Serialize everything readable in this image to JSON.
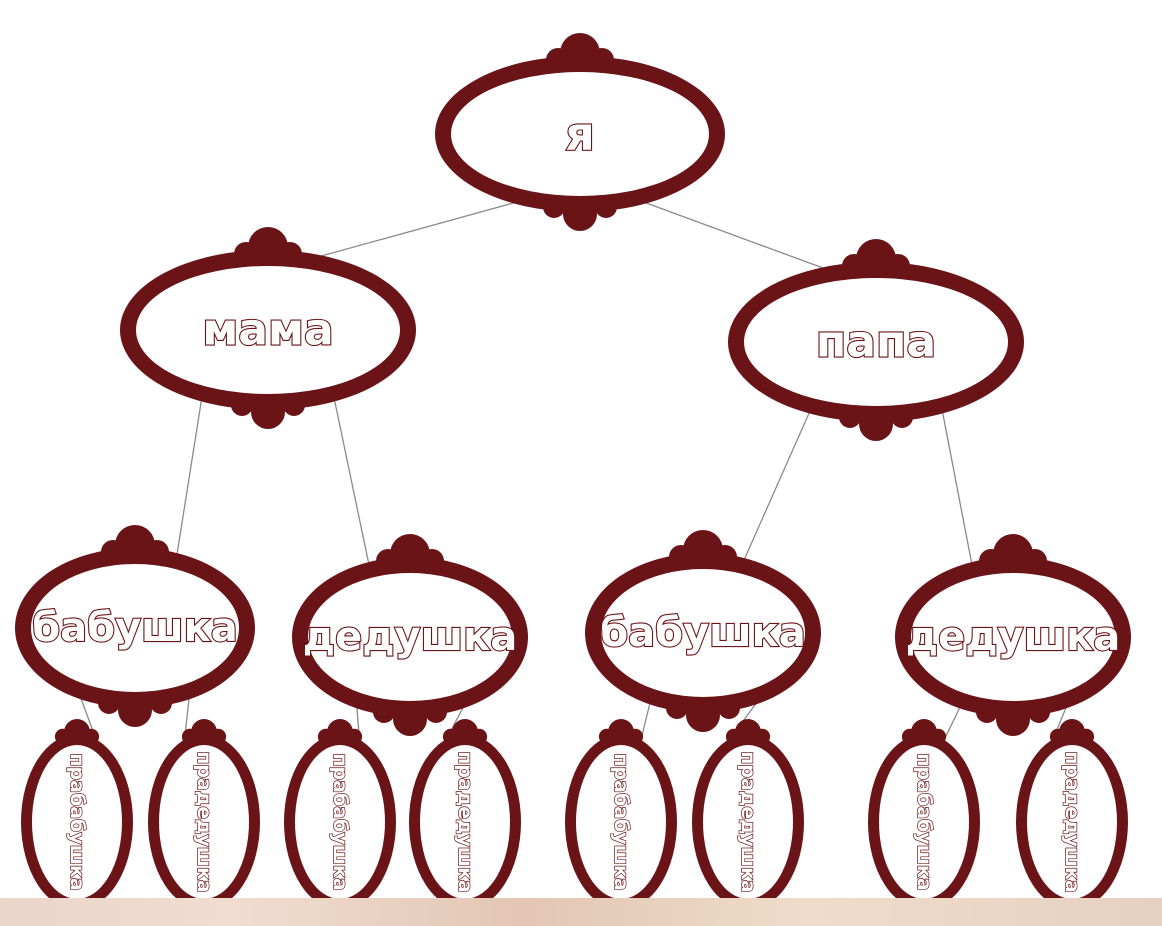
{
  "colors": {
    "frame": "#6b1417",
    "inner": "#ffffff",
    "edge": "#8a8a8a"
  },
  "nodes": [
    {
      "id": "self",
      "label": "я",
      "level": 0
    },
    {
      "id": "mother",
      "label": "мама",
      "level": 1,
      "parent": "self"
    },
    {
      "id": "father",
      "label": "папа",
      "level": 1,
      "parent": "self"
    },
    {
      "id": "m-grandmother",
      "label": "бабушка",
      "level": 2,
      "parent": "mother"
    },
    {
      "id": "m-grandfather",
      "label": "дедушка",
      "level": 2,
      "parent": "mother"
    },
    {
      "id": "f-grandmother",
      "label": "бабушка",
      "level": 2,
      "parent": "father"
    },
    {
      "id": "f-grandfather",
      "label": "дедушка",
      "level": 2,
      "parent": "father"
    },
    {
      "id": "mgm-greatgrandmother",
      "label": "прабабушка",
      "level": 3,
      "parent": "m-grandmother"
    },
    {
      "id": "mgm-greatgrandfather",
      "label": "прадедушка",
      "level": 3,
      "parent": "m-grandmother"
    },
    {
      "id": "mgf-greatgrandmother",
      "label": "прабабушка",
      "level": 3,
      "parent": "m-grandfather"
    },
    {
      "id": "mgf-greatgrandfather",
      "label": "прадедушка",
      "level": 3,
      "parent": "m-grandfather"
    },
    {
      "id": "fgm-greatgrandmother",
      "label": "прабабушка",
      "level": 3,
      "parent": "f-grandmother"
    },
    {
      "id": "fgm-greatgrandfather",
      "label": "прадедушка",
      "level": 3,
      "parent": "f-grandmother"
    },
    {
      "id": "fgf-greatgrandmother",
      "label": "прабабушка",
      "level": 3,
      "parent": "f-grandfather"
    },
    {
      "id": "fgf-greatgrandfather",
      "label": "прадедушка",
      "level": 3,
      "parent": "f-grandfather"
    }
  ]
}
